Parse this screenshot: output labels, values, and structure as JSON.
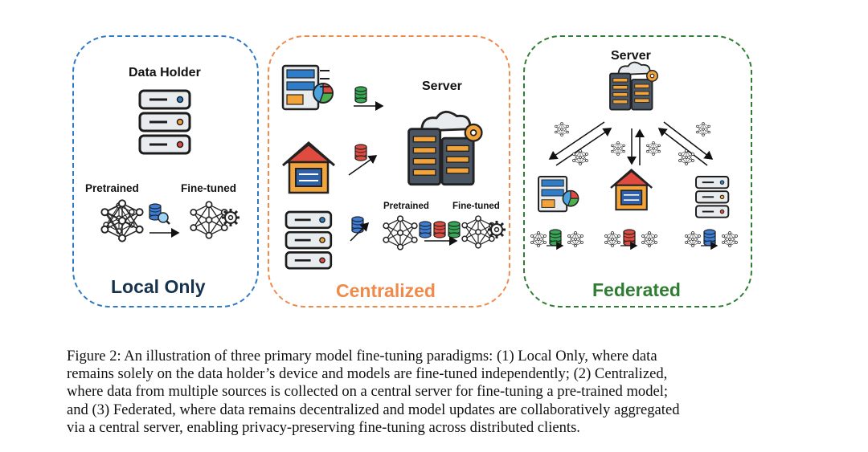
{
  "figure": {
    "local": {
      "data_holder_label": "Data Holder",
      "pretrained_label": "Pretrained",
      "finetuned_label": "Fine-tuned",
      "title": "Local Only",
      "color": "#2f79c4"
    },
    "centralized": {
      "server_label": "Server",
      "pretrained_label": "Pretrained",
      "finetuned_label": "Fine-tuned",
      "title": "Centralized",
      "color": "#f08a4b"
    },
    "federated": {
      "server_label": "Server",
      "title": "Federated",
      "color": "#2e7d32"
    }
  },
  "caption": {
    "lines": [
      "Figure 2: An illustration of three primary model fine-tuning paradigms: (1) Local Only, where data",
      "remains solely on the data holder’s device and models are fine-tuned independently; (2) Centralized,",
      "where data from multiple sources is collected on a central server for fine-tuning a pre-trained model;",
      "and (3) Federated, where data remains decentralized and model updates are collaboratively aggregated",
      "via a central server, enabling privacy-preserving fine-tuning across distributed clients."
    ]
  }
}
